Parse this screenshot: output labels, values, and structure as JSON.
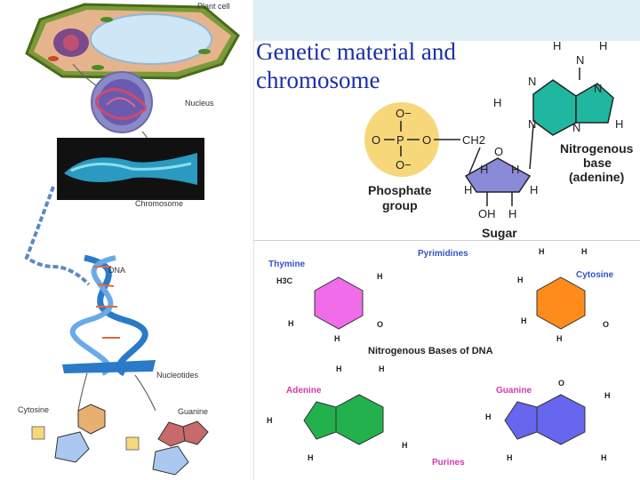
{
  "slide": {
    "title": "Genetic material and chromosome"
  },
  "left_panel": {
    "plant_cell_label": "Plant cell",
    "nucleus_label": "Nucleus",
    "chromosome_label": "Chromosome",
    "dna_label": "DNA",
    "nucleotides_label": "Nucleotides",
    "cytosine_label": "Cytosine",
    "guanine_label": "Guanine"
  },
  "nucleotide": {
    "phosphate_label": "Phosphate",
    "phosphate_label2": "group",
    "sugar_label": "Sugar",
    "base_label1": "Nitrogenous",
    "base_label2": "base",
    "base_label3": "(adenine)",
    "ch2": "CH2",
    "o": "O",
    "o_minus": "O−",
    "p": "P",
    "h": "H",
    "n": "N",
    "oh": "OH"
  },
  "bases": {
    "pyrimidines": "Pyrimidines",
    "purines": "Purines",
    "caption": "Nitrogenous Bases of DNA",
    "thymine": "Thymine",
    "cytosine": "Cytosine",
    "adenine": "Adenine",
    "guanine": "Guanine",
    "h3c": "H3C"
  },
  "colors": {
    "title": "#1a2fa8",
    "thymine": "#f06ce8",
    "cytosine": "#ff8c1a",
    "adenine": "#22b14c",
    "guanine": "#6666ee",
    "phosphate": "#f6d77a",
    "sugar": "#8a8ad8",
    "adenine_ring": "#1fb7a0"
  }
}
